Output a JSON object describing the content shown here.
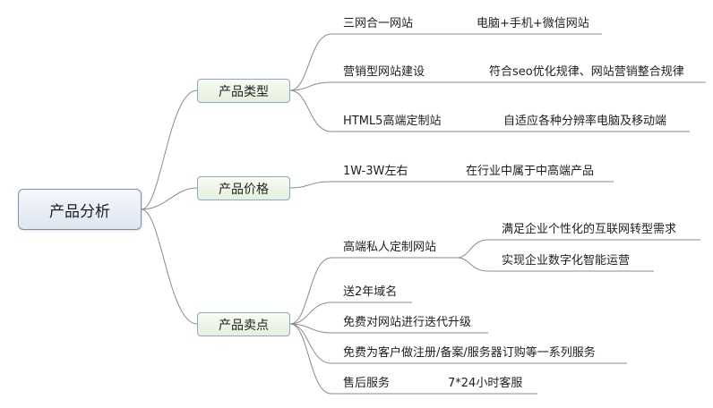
{
  "root": {
    "label": "产品分析"
  },
  "branches": [
    {
      "label": "产品类型",
      "items": [
        {
          "label": "三网合一网站",
          "detail": "电脑+手机+微信网站"
        },
        {
          "label": "营销型网站建设",
          "detail": "符合seo优化规律、网站营销整合规律"
        },
        {
          "label": "HTML5高端定制站",
          "detail": "自适应各种分辨率电脑及移动端"
        }
      ]
    },
    {
      "label": "产品价格",
      "items": [
        {
          "label": "1W-3W左右",
          "detail": "在行业中属于中高端产品"
        }
      ]
    },
    {
      "label": "产品卖点",
      "items": [
        {
          "label": "高端私人定制网站",
          "details": [
            "满足企业个性化的互联网转型需求",
            "实现企业数字化智能运营"
          ]
        },
        {
          "label": "送2年域名"
        },
        {
          "label": "免费对网站进行迭代升级"
        },
        {
          "label": "免费为客户做注册/备案/服务器订购等一系列服务"
        },
        {
          "label": "售后服务",
          "detail": "7*24小时客服"
        }
      ]
    }
  ],
  "colors": {
    "line": "#8b8b8b",
    "root_border": "#7f8ea6",
    "mid_border": "#8ea7c4"
  }
}
